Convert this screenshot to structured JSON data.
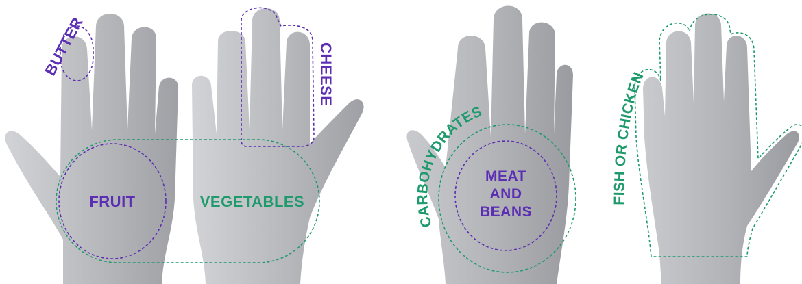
{
  "colors": {
    "hand_light": "#cfd0d3",
    "hand_dark": "#9c9da2",
    "purple": "#5b2eb3",
    "green": "#1e9a6c"
  },
  "labels": {
    "butter": "BUTTER",
    "cheese": "CHEESE",
    "fruit": "FRUIT",
    "vegetables": "VEGETABLES",
    "carbohydrates": "CARBOHYDRATES",
    "meat_line1": "MEAT",
    "meat_line2": "AND",
    "meat_line3": "BEANS",
    "fish_or_chicken": "FISH OR CHICKEN"
  },
  "icons": {
    "hands": [
      "left-hand-icon",
      "right-hand-icon",
      "palm-hand-icon",
      "flat-hand-icon"
    ]
  }
}
